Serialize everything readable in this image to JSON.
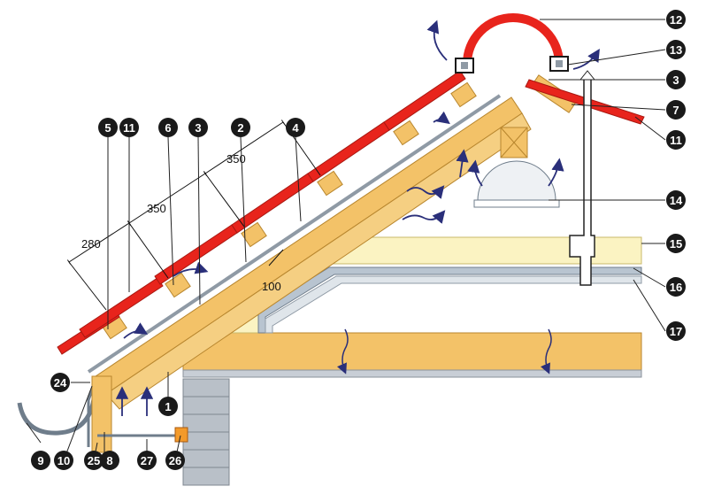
{
  "colors": {
    "tile": "#e8241c",
    "timber": "#f3c268",
    "timber_dark": "#d9a23f",
    "insulation": "#fbf3c2",
    "membrane": "#b8c4d0",
    "plaster": "#c8ced6",
    "brick": "#b9c0c8",
    "arrow": "#2a2f7a",
    "callout": "#1a1a1a",
    "line": "#222222"
  },
  "callouts": {
    "c1": "1",
    "c2": "2",
    "c3a": "3",
    "c3b": "3",
    "c4": "4",
    "c5": "5",
    "c6": "6",
    "c7": "7",
    "c8": "8",
    "c9": "9",
    "c10": "10",
    "c11a": "11",
    "c11b": "11",
    "c12": "12",
    "c13": "13",
    "c14": "14",
    "c15": "15",
    "c16": "16",
    "c17": "17",
    "c24": "24",
    "c25": "25",
    "c26": "26",
    "c27": "27"
  },
  "dimensions": {
    "d280": "280",
    "d350a": "350",
    "d350b": "350",
    "d100": "100"
  }
}
